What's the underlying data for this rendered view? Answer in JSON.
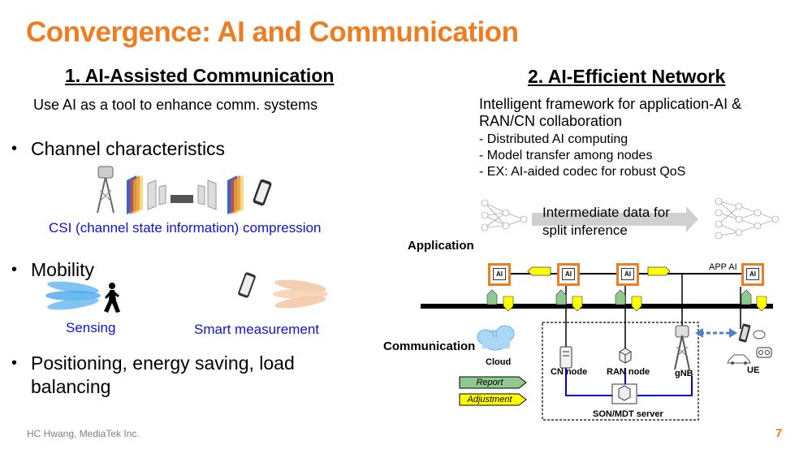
{
  "slide": {
    "title": "Convergence: AI and Communication",
    "footer": "HC Hwang, MediaTek Inc.",
    "page_number": "7"
  },
  "left": {
    "heading": "1. AI-Assisted Communication",
    "subtitle": "Use AI as a tool to enhance comm. systems",
    "bullets": [
      "Channel characteristics",
      "Mobility",
      "Positioning, energy saving, load balancing"
    ],
    "csi_caption": "CSI (channel state information) compression",
    "sensing_caption": "Sensing",
    "smart_caption": "Smart measurement",
    "colors": {
      "blue_caption": "#1010d8"
    }
  },
  "right": {
    "heading": "2. AI-Efficient Network",
    "intro_line1": "Intelligent framework for application-AI &",
    "intro_line2": "RAN/CN collaboration",
    "items": [
      "- Distributed AI computing",
      "- Model transfer among nodes",
      "- EX: AI-aided codec for robust QoS"
    ],
    "intermediate_line1": "Intermediate data for",
    "intermediate_line2": "split inference",
    "diagram": {
      "application_label": "Application",
      "communication_label": "Communication",
      "app_ai_label": "APP AI",
      "ai_chip_text": "AI",
      "nodes": {
        "cloud": "Cloud",
        "cn": "CN node",
        "ran": "RAN node",
        "gnb": "gNB",
        "ue": "UE",
        "son": "SON/MDT server"
      },
      "legend": {
        "report": "Report",
        "adjustment": "Adjustment"
      },
      "colors": {
        "chip_border": "#ee7d22",
        "report_green": "#8fc98f",
        "adjust_yellow": "#ffff00",
        "link_blue": "#0000d0",
        "arrow_blue": "#4a86c5"
      }
    }
  },
  "colors": {
    "accent": "#ee7d22"
  }
}
